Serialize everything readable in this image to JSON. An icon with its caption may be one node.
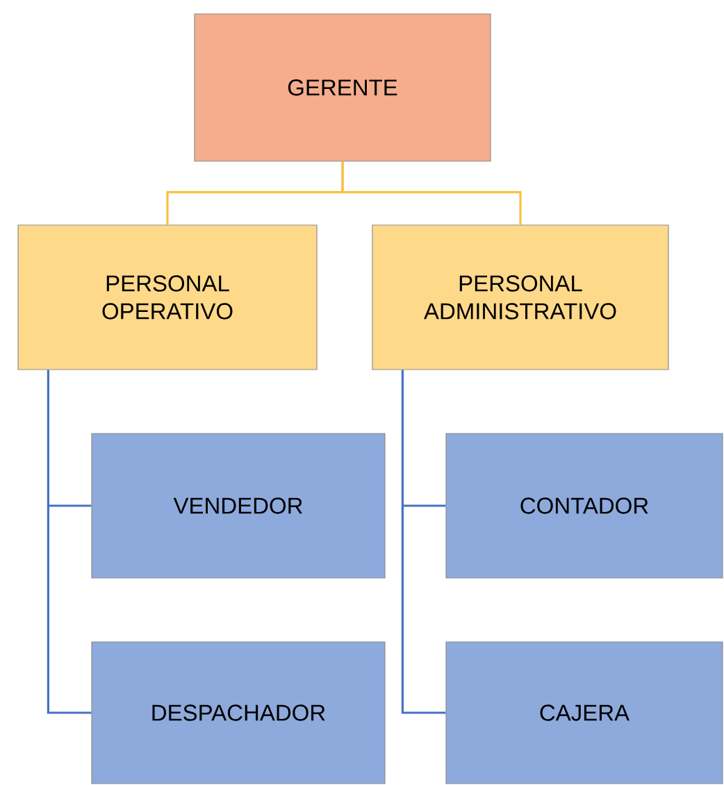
{
  "diagram": {
    "nodes": [
      {
        "text": [
          "GERENTE"
        ]
      },
      {
        "text": [
          "PERSONAL OPERATIVO"
        ]
      },
      {
        "text": [
          "PERSONAL ADMINISTRATIVO"
        ]
      },
      {
        "text": [
          "VENDEDOR"
        ]
      },
      {
        "text": [
          "DESPACHADOR"
        ]
      },
      {
        "text": [
          "CONTADOR"
        ]
      },
      {
        "text": [
          "CAJERA"
        ]
      }
    ],
    "edges": [
      {
        "from": 0,
        "to": 1,
        "arrow": "none",
        "color": "#f5c242"
      },
      {
        "from": 0,
        "to": 2,
        "arrow": "none",
        "color": "#f5c242"
      },
      {
        "from": 1,
        "to": 3,
        "arrow": "none"
      },
      {
        "from": 1,
        "to": 4,
        "arrow": "none"
      },
      {
        "from": 2,
        "to": 5,
        "arrow": "none"
      },
      {
        "from": 2,
        "to": 6,
        "arrow": "none"
      }
    ]
  }
}
